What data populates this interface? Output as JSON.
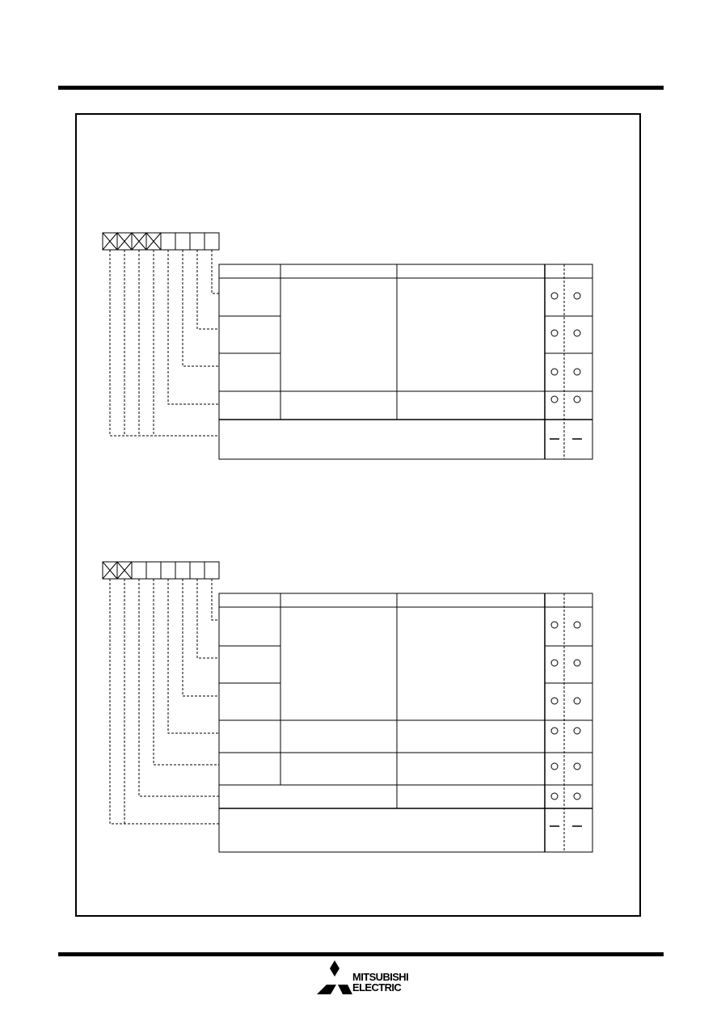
{
  "brand": {
    "line1": "MITSUBISHI",
    "line2": "ELECTRIC"
  },
  "register_1": {
    "bits": 8,
    "unused_bits": 4,
    "circle_mark": "○",
    "dash_mark": "—"
  },
  "register_2": {
    "bits": 8,
    "unused_bits": 2,
    "circle_mark": "○",
    "dash_mark": "—"
  }
}
